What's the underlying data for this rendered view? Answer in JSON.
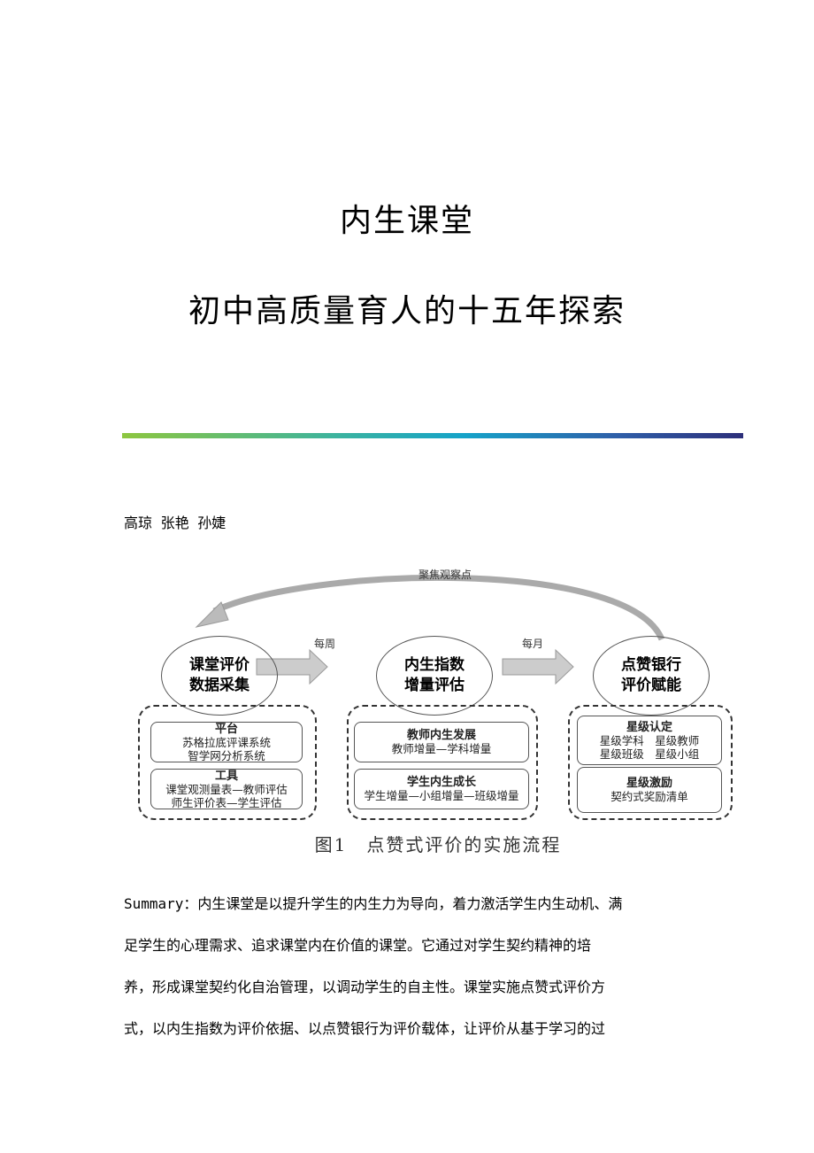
{
  "title_line1": "内生课堂",
  "title_line2": "初中高质量育人的十五年探索",
  "authors": "高琼 张艳 孙婕",
  "figure": {
    "loop_label": "聚焦观察点",
    "arrow1_label": "每周",
    "arrow2_label": "每月",
    "nodes": [
      {
        "line1": "课堂评价",
        "line2": "数据采集"
      },
      {
        "line1": "内生指数",
        "line2": "增量评估"
      },
      {
        "line1": "点赞银行",
        "line2": "评价赋能"
      }
    ],
    "col1": [
      {
        "head": "平台",
        "l1": "苏格拉底评课系统",
        "l2": "智学网分析系统"
      },
      {
        "head": "工具",
        "l1": "课堂观测量表—教师评估",
        "l2": "师生评价表—学生评估"
      }
    ],
    "col2": [
      {
        "head": "教师内生发展",
        "l1": "教师增量—学科增量"
      },
      {
        "head": "学生内生成长",
        "l1": "学生增量—小组增量—班级增量"
      }
    ],
    "col3": [
      {
        "head": "星级认定",
        "l1": "星级学科　星级教师",
        "l2": "星级班级　星级小组"
      },
      {
        "head": "星级激励",
        "l1": "契约式奖励清单"
      }
    ],
    "caption": "图1　点赞式评价的实施流程"
  },
  "summary_lines": [
    "Summary：内生课堂是以提升学生的内生力为导向，着力激活学生内生动机、满",
    "足学生的心理需求、追求课堂内在价值的课堂。它通过对学生契约精神的培",
    "养，形成课堂契约化自治管理，以调动学生的自主性。课堂实施点赞式评价方",
    "式，以内生指数为评价依据、以点赞银行为评价载体，让评价从基于学习的过"
  ]
}
